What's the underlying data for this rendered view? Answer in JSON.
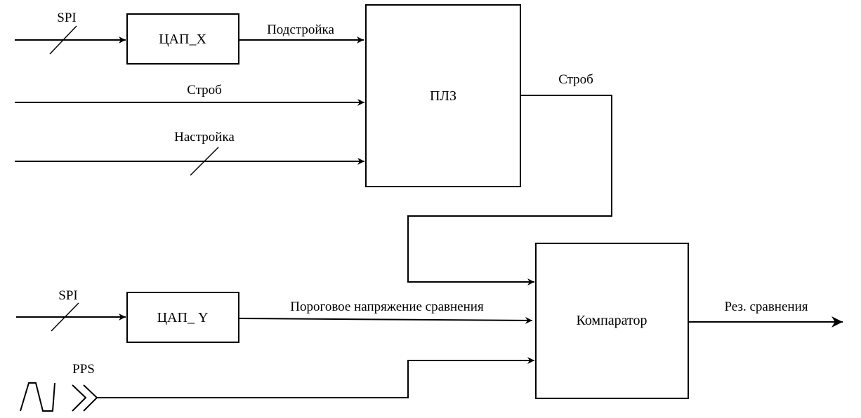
{
  "blocks": {
    "dac_x": "ЦАП_X",
    "pld": "ПЛЗ",
    "dac_y": "ЦАП_ Y",
    "comparator": "Компаратор"
  },
  "signals": {
    "spi_top": "SPI",
    "tuning": "Подстройка",
    "strobe_in": "Строб",
    "setup": "Настройка",
    "strobe_out": "Строб",
    "spi_bottom": "SPI",
    "threshold": "Пороговое напряжение сравнения",
    "pps": "PPS",
    "result": "Рез. сравнения"
  }
}
